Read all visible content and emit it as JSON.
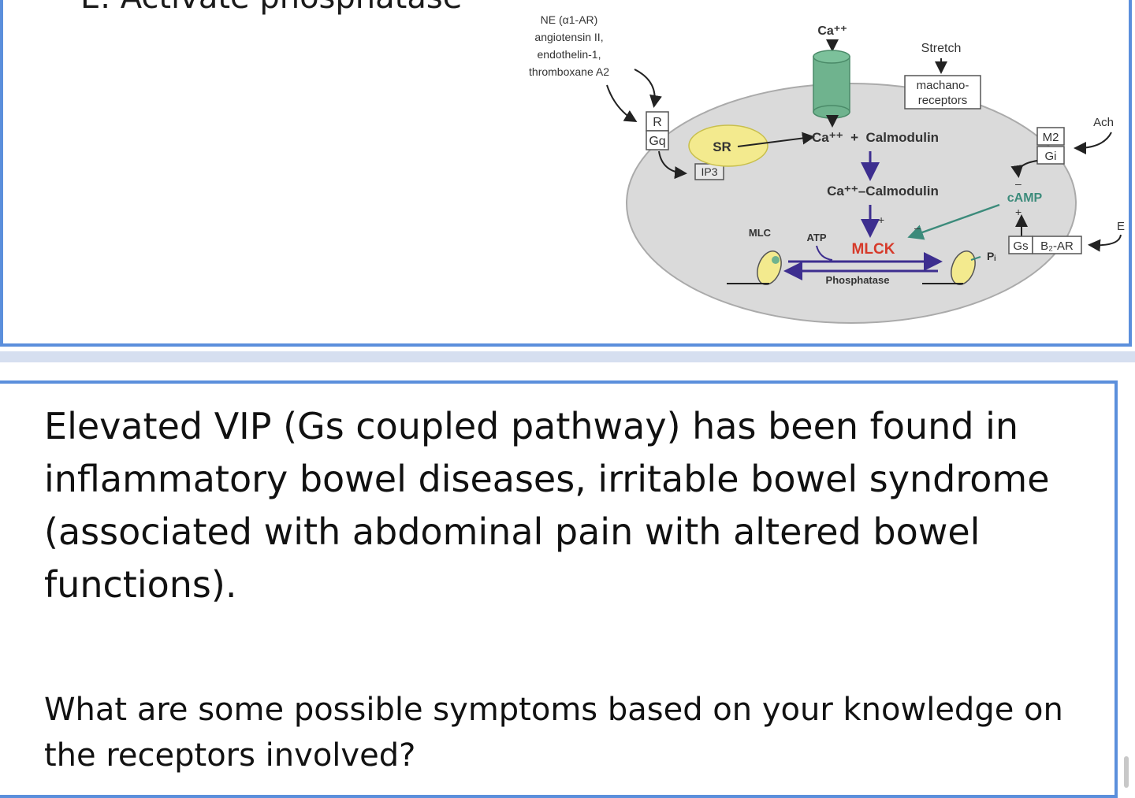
{
  "top_card": {
    "option_e": "E. Activate phosphatase"
  },
  "diagram": {
    "ligands": [
      "NE (α1-AR)",
      "angiotensin II,",
      "endothelin-1,",
      "thromboxane A2"
    ],
    "ca_channel": "Ca⁺⁺",
    "stretch": "Stretch",
    "mechano": [
      "machano-",
      "receptors"
    ],
    "r": "R",
    "gq": "Gq",
    "sr": "SR",
    "ip3": "IP3",
    "ca_calm_row": "Ca⁺⁺  +  Calmodulin",
    "ca_calmodulin": "Ca⁺⁺–Calmodulin",
    "mlck": "MLCK",
    "atp": "ATP",
    "mlc": "MLC",
    "pi": "Pᵢ",
    "phosphatase": "Phosphatase",
    "ach": "Ach",
    "m2": "M2",
    "gi": "Gi",
    "camp": "cAMP",
    "gs": "Gs",
    "b2ar": "B₂-AR",
    "e": "E",
    "plus": "+",
    "minus": "–",
    "colors": {
      "cell": "#dadada",
      "channel": "#6fb38e",
      "sr": "#f3ea8e",
      "mlck": "#d63a2a",
      "camp": "#3c8b7b",
      "arrow_purple": "#3d2e8f"
    }
  },
  "bottom_card": {
    "paragraph": "Elevated VIP (Gs coupled pathway) has been found in inflammatory bowel diseases, irritable bowel syndrome (associated with abdominal pain with altered bowel functions).",
    "question": "What are some possible symptoms based on your knowledge on the receptors involved?"
  }
}
